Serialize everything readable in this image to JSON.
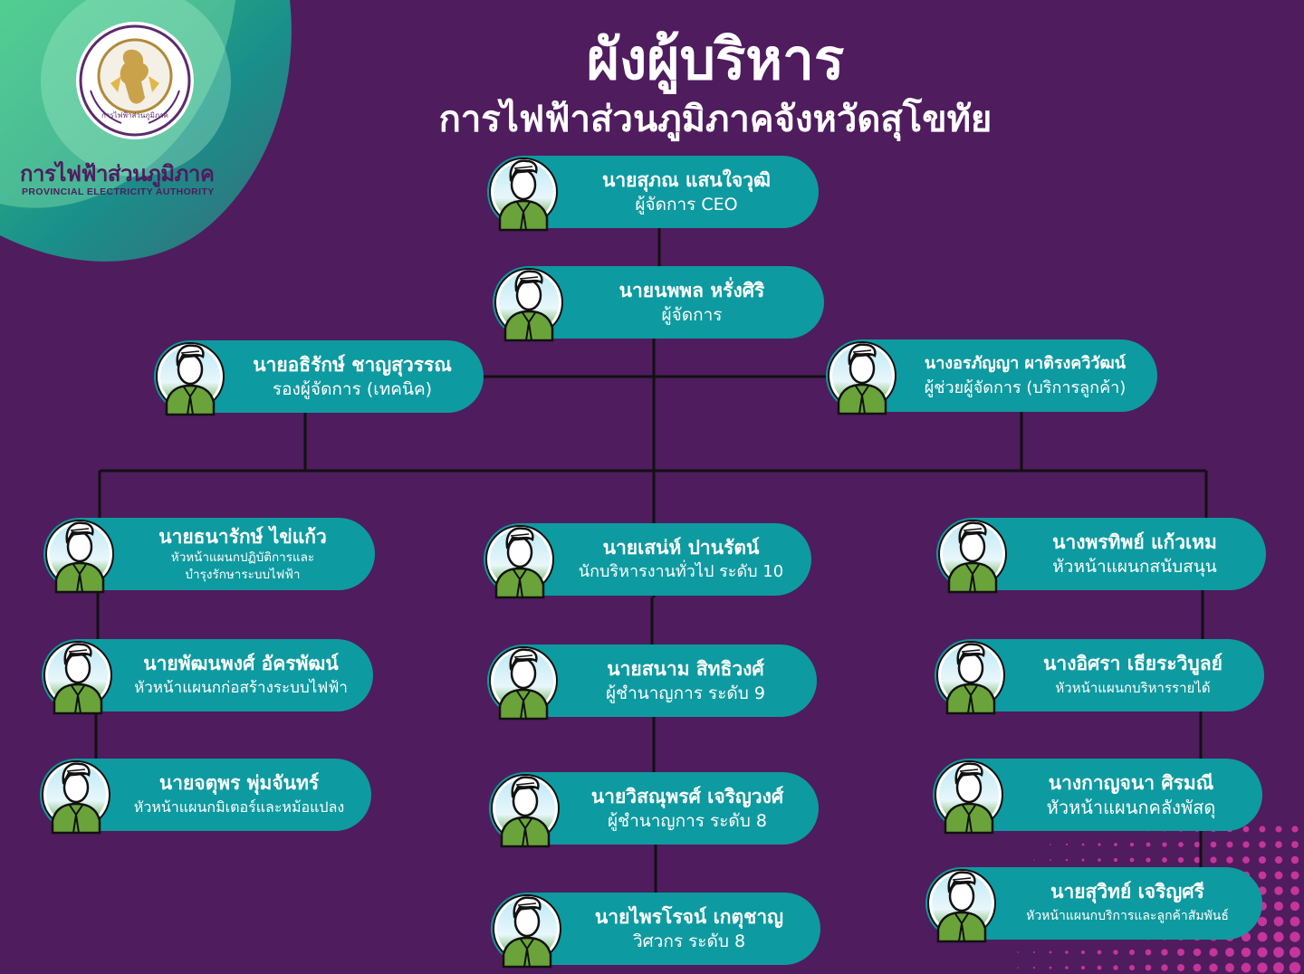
{
  "header": {
    "title": "ผังผู้บริหาร",
    "subtitle": "การไฟฟ้าส่วนภูมิภาคจังหวัดสุโขทัย",
    "logo_text_th": "การไฟฟ้าส่วนภูมิภาค",
    "logo_text_en": "PROVINCIAL ELECTRICITY AUTHORITY",
    "seal_text": "การไฟฟ้าส่วนภูมิภาค"
  },
  "colors": {
    "background": "#4f1c5e",
    "node": "#0e9aa1",
    "text": "#ffffff",
    "connector": "#111111"
  },
  "nodes": [
    {
      "id": "ceo",
      "name": "นายสุภณ  แสนใจวุฒิ",
      "role": "ผู้จัดการ CEO"
    },
    {
      "id": "mgr",
      "name": "นายนพพล หรั่งศิริ",
      "role": "ผู้จัดการ"
    },
    {
      "id": "dep-tech",
      "name": "นายอธิรักษ์ ชาญสุวรรณ",
      "role": "รองผู้จัดการ (เทคนิค)"
    },
    {
      "id": "asst-cs",
      "name": "นางอรภัญญา ผาติรงควิวัฒน์",
      "role": "ผู้ช่วยผู้จัดการ (บริการลูกค้า)"
    },
    {
      "id": "l1",
      "name": "นายธนารักษ์ ไข่แก้ว",
      "role": "หัวหน้าแผนกปฏิบัติการและ",
      "role2": "บำรุงรักษาระบบไฟฟ้า"
    },
    {
      "id": "l2",
      "name": "นายพัฒนพงศ์ อัครพัฒน์",
      "role": "หัวหน้าแผนกก่อสร้างระบบไฟฟ้า"
    },
    {
      "id": "l3",
      "name": "นายจตุพร พุ่มจันทร์",
      "role": "หัวหน้าแผนกมิเตอร์และหม้อแปลง"
    },
    {
      "id": "c1",
      "name": "นายเสน่ห์ ปานรัตน์",
      "role": "นักบริหารงานทั่วไป ระดับ 10"
    },
    {
      "id": "c2",
      "name": "นายสนาม  สิทธิวงศ์",
      "role": "ผู้ชำนาญการ ระดับ 9"
    },
    {
      "id": "c3",
      "name": "นายวิสณุพรศ์ เจริญวงศ์",
      "role": "ผู้ชำนาญการ ระดับ 8"
    },
    {
      "id": "c4",
      "name": "นายไพรโรจน์ เกตุชาญ",
      "role": "วิศวกร ระดับ 8"
    },
    {
      "id": "r1",
      "name": "นางพรทิพย์ แก้วเหม",
      "role": "หัวหน้าแผนกสนับสนุน"
    },
    {
      "id": "r2",
      "name": "นางอิศรา เธียระวิบูลย์",
      "role": "หัวหน้าแผนกบริหารรายได้"
    },
    {
      "id": "r3",
      "name": "นางกาญจนา ศิรมณี",
      "role": "หัวหน้าแผนกคลังพัสดุ"
    },
    {
      "id": "r4",
      "name": "นายสุวิทย์ เจริญศรี",
      "role": "หัวหน้าแผนกบริการและลูกค้าสัมพันธ์"
    }
  ]
}
